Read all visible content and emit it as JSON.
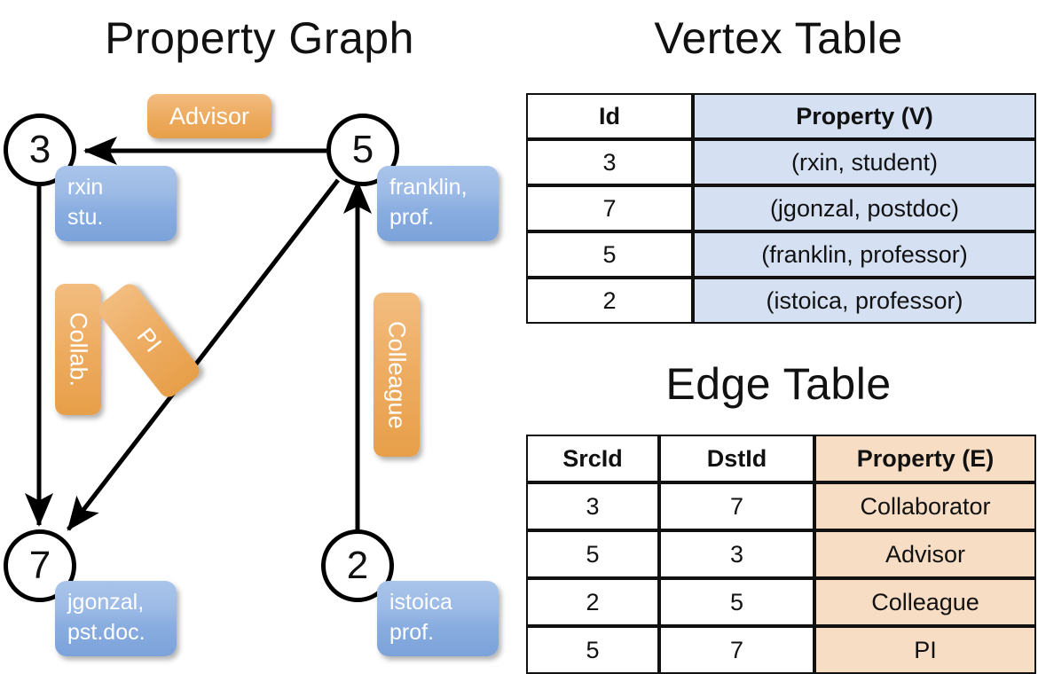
{
  "titles": {
    "graph": "Property Graph",
    "vertex_table": "Vertex Table",
    "edge_table": "Edge Table"
  },
  "graph": {
    "nodes": [
      {
        "id": "3",
        "property": {
          "line1": "rxin",
          "line2": "stu."
        }
      },
      {
        "id": "5",
        "property": {
          "line1": "franklin,",
          "line2": "prof."
        }
      },
      {
        "id": "7",
        "property": {
          "line1": "jgonzal,",
          "line2": "pst.doc."
        }
      },
      {
        "id": "2",
        "property": {
          "line1": "istoica",
          "line2": "prof."
        }
      }
    ],
    "edge_labels": [
      {
        "name": "advisor",
        "text": "Advisor"
      },
      {
        "name": "collab",
        "text": "Collab."
      },
      {
        "name": "pi",
        "text": "PI"
      },
      {
        "name": "colleague",
        "text": "Colleague"
      }
    ]
  },
  "vertex_table": {
    "headers": [
      "Id",
      "Property (V)"
    ],
    "rows": [
      {
        "id": "3",
        "property": "(rxin, student)"
      },
      {
        "id": "7",
        "property": "(jgonzal, postdoc)"
      },
      {
        "id": "5",
        "property": "(franklin, professor)"
      },
      {
        "id": "2",
        "property": "(istoica, professor)"
      }
    ]
  },
  "edge_table": {
    "headers": [
      "SrcId",
      "DstId",
      "Property (E)"
    ],
    "rows": [
      {
        "src": "3",
        "dst": "7",
        "property": "Collaborator"
      },
      {
        "src": "5",
        "dst": "3",
        "property": "Advisor"
      },
      {
        "src": "2",
        "dst": "5",
        "property": "Colleague"
      },
      {
        "src": "5",
        "dst": "7",
        "property": "PI"
      }
    ]
  },
  "colors": {
    "vertex_property_bg": "#d5e1f3",
    "edge_property_bg": "#f6ddc4",
    "node_box_blue": "#8fb0e2",
    "edge_label_orange": "#eead63",
    "stroke": "#111111",
    "background": "#ffffff"
  }
}
